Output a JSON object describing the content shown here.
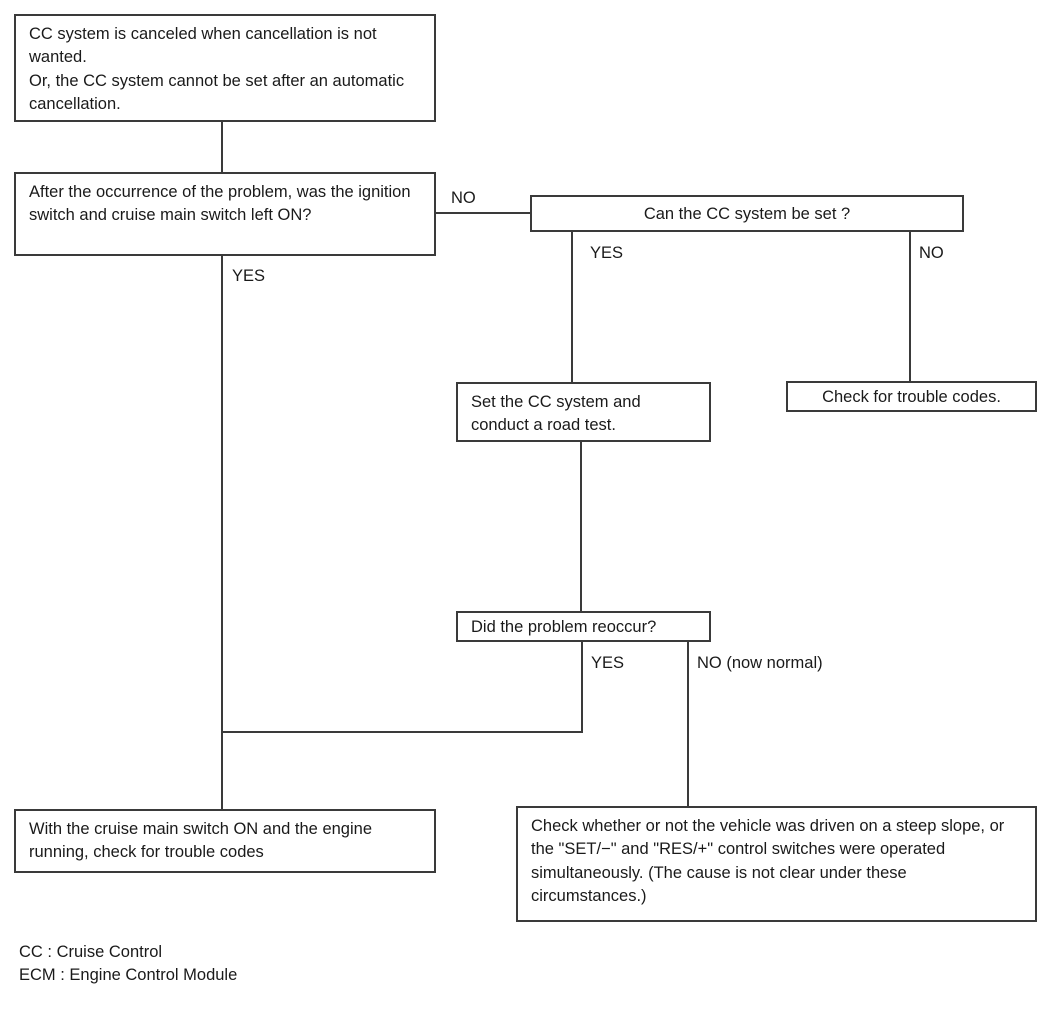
{
  "diagram": {
    "type": "flowchart",
    "title": "CC system cancellation troubleshooting flowchart",
    "colors": {
      "border": "#3a3a3a",
      "text": "#1a1a1a",
      "background": "#ffffff"
    },
    "nodes": {
      "symptom": {
        "id": "symptom",
        "text": "CC system is canceled when cancellation is not wanted.\nOr, the CC system cannot be set after an automatic cancellation."
      },
      "question_ignition": {
        "id": "question_ignition",
        "text": "After the occurrence of the problem, was the ignition switch and cruise main switch left ON?"
      },
      "question_can_set": {
        "id": "question_can_set",
        "text": "Can the CC system be set ?"
      },
      "set_and_road_test": {
        "id": "set_and_road_test",
        "text": "Set the CC system and conduct a road test."
      },
      "check_trouble_codes": {
        "id": "check_trouble_codes",
        "text": "Check for trouble codes."
      },
      "question_reoccur": {
        "id": "question_reoccur",
        "text": "Did the problem reoccur?"
      },
      "cruise_on_check_codes": {
        "id": "cruise_on_check_codes",
        "text": "With the cruise main switch ON and the engine running, check for trouble codes"
      },
      "check_steep_slope": {
        "id": "check_steep_slope",
        "text": "Check whether or not the vehicle was driven on a steep slope, or the \"SET/−\" and \"RES/+\" control switches were operated simultaneously. (The cause is not clear under these circumstances.)"
      }
    },
    "edge_labels": {
      "ignition_no": "NO",
      "ignition_yes": "YES",
      "can_set_yes": "YES",
      "can_set_no": "NO",
      "reoccur_yes": "YES",
      "reoccur_no": "NO (now normal)"
    },
    "legend": {
      "lines": "CC : Cruise Control\nECM : Engine Control Module"
    }
  }
}
